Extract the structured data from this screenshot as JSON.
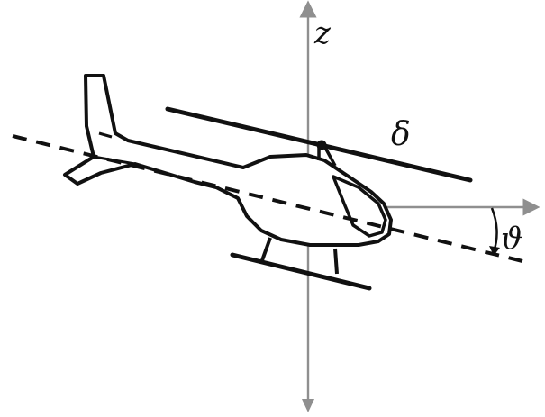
{
  "labels": {
    "z_axis": "z",
    "rotor_angle": "δ",
    "pitch_angle": "ϑ"
  },
  "colors": {
    "axis": "#8f8f8f",
    "outline": "#111111",
    "background": "#ffffff"
  }
}
